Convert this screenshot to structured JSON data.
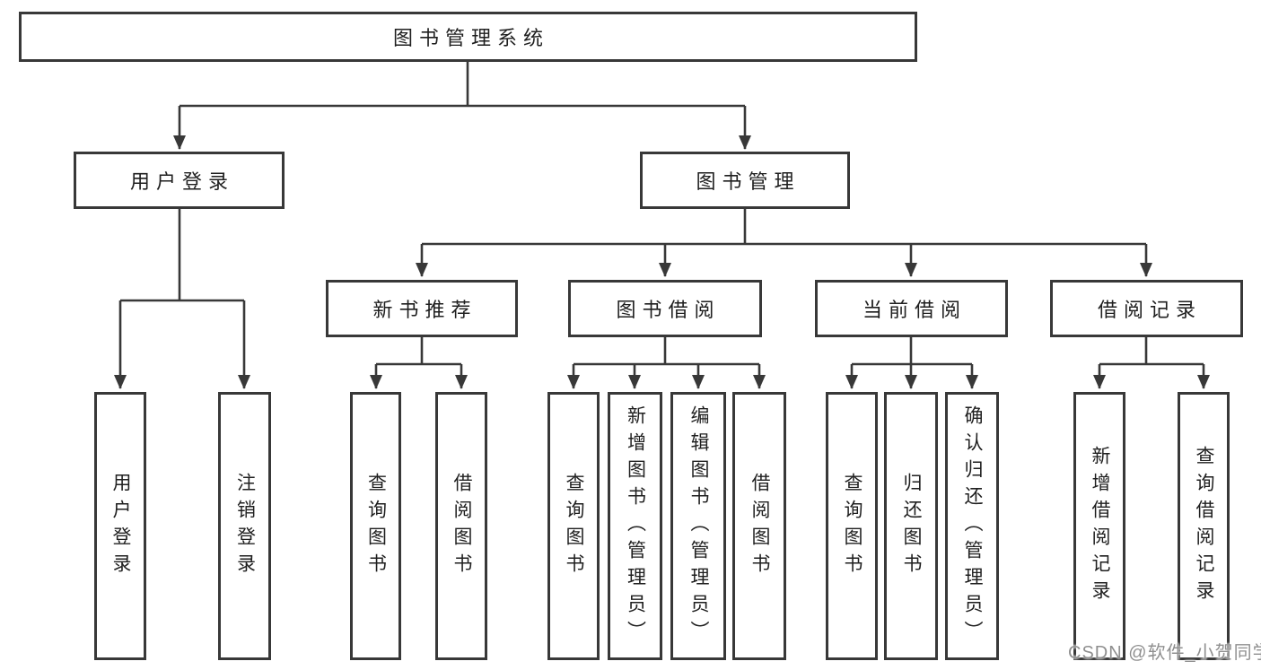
{
  "diagram": {
    "root": {
      "label": "图书管理系统"
    },
    "login": {
      "label": "用户登录",
      "children": [
        {
          "label": "用户登录"
        },
        {
          "label": "注销登录"
        }
      ]
    },
    "mgmt": {
      "label": "图书管理",
      "children": [
        {
          "label": "新书推荐",
          "children": [
            {
              "label": "查询图书"
            },
            {
              "label": "借阅图书"
            }
          ]
        },
        {
          "label": "图书借阅",
          "children": [
            {
              "label": "查询图书"
            },
            {
              "label": "新增图书（管理员）"
            },
            {
              "label": "编辑图书（管理员）"
            },
            {
              "label": "借阅图书"
            }
          ]
        },
        {
          "label": "当前借阅",
          "children": [
            {
              "label": "查询图书"
            },
            {
              "label": "归还图书"
            },
            {
              "label": "确认归还（管理员）"
            }
          ]
        },
        {
          "label": "借阅记录",
          "children": [
            {
              "label": "新增借阅记录"
            },
            {
              "label": "查询借阅记录"
            }
          ]
        }
      ]
    },
    "watermark": "CSDN @软件_小贺同学",
    "colors": {
      "line": "#383838",
      "text": "#1f1f1f",
      "watermark": "#8f8f8f",
      "background": "#ffffff"
    }
  }
}
